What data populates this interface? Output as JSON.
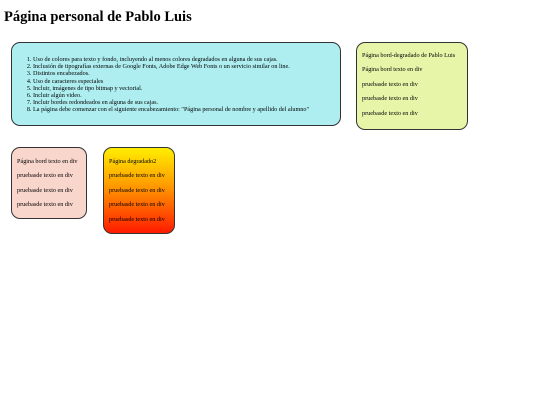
{
  "page_title": "Página personal de Pablo Luis",
  "instructions": [
    "Uso de colores para texto y fondo, incluyendo al menos colores degradados en alguna de sus cajas.",
    "Inclusión de tipografías externas de Google Fonts, Adobe Edge Web Fonts o un servicio similar on line.",
    "Distintos encabezados.",
    "Uso de caracteres especiales",
    "Incluir, imágenes de tipo bitmap y vectorial.",
    "Incluir algún video.",
    "Incluir bordes redondeados en alguna de sus cajas.",
    "La página debe comenzar con el siguiente encabezamiento: \"Página personal de nombre y apellido del alumno\""
  ],
  "green_box": {
    "title": "Página bord-degradado de Pablo Luis",
    "lines": [
      "Página bord texto en div",
      "pruebasde texto en div",
      "pruebasde texto en div",
      "pruebasde texto en div"
    ]
  },
  "pink_box": {
    "title": "Página bord texto en div",
    "lines": [
      "pruebasde texto en div",
      "pruebasde texto en div",
      "pruebasde texto en div"
    ]
  },
  "gradient_box": {
    "title": "Página degradado2",
    "lines": [
      "pruebasde texto en div",
      "pruebasde texto en div",
      "pruebasde texto en div",
      "pruebasde texto en div"
    ]
  },
  "colors": {
    "instructions_bg": "#aeeef0",
    "green_bg": "#e6f5a8",
    "pink_bg": "#f8d6cc",
    "gradient_top": "#ffee00",
    "gradient_bottom": "#ff1a00"
  }
}
